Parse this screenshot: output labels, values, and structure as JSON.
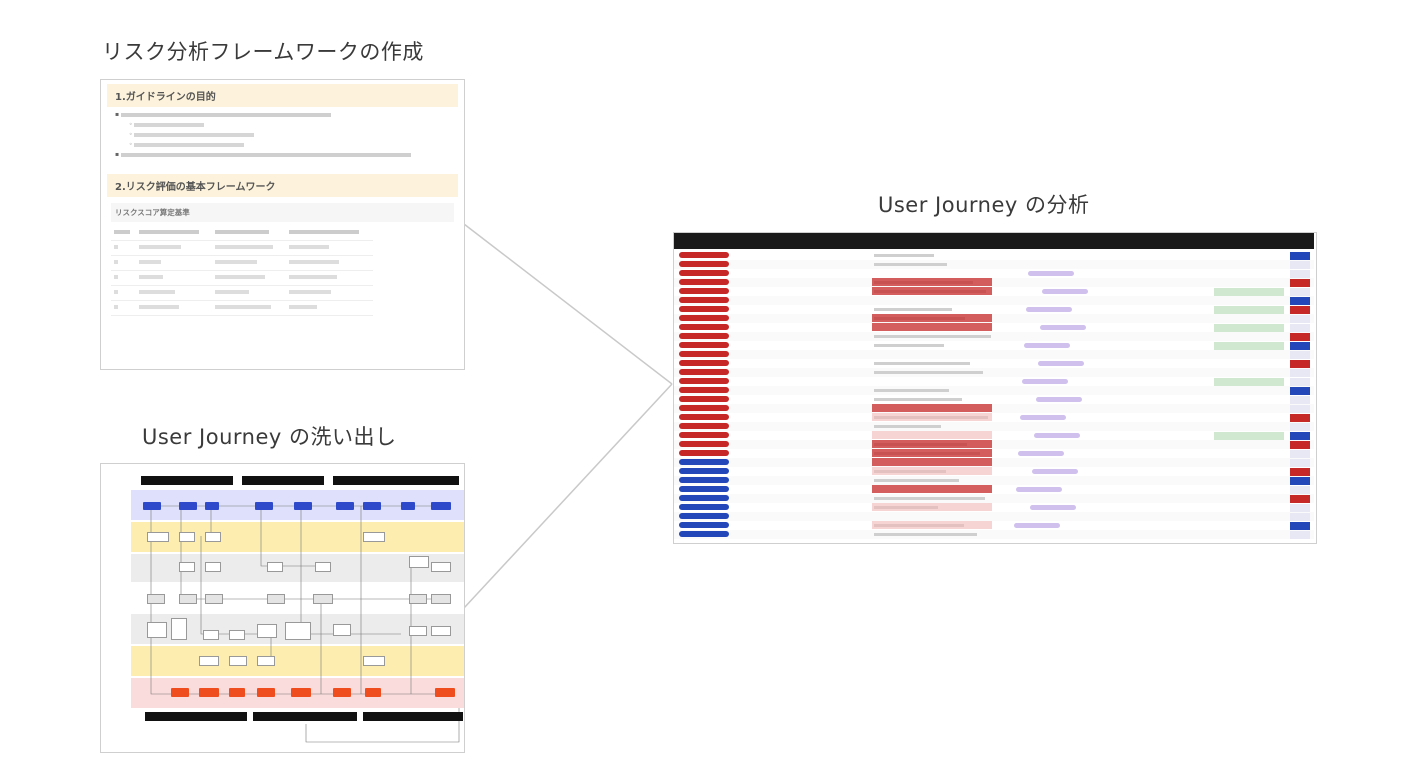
{
  "captions": {
    "risk_framework": "リスク分析フレームワークの作成",
    "journey_mapping": "User Journey の洗い出し",
    "journey_analysis": "User Journey の分析"
  },
  "document": {
    "section1_title": "1.ガイドラインの目的",
    "section2_title": "2.リスク評価の基本フレームワーク",
    "subsection_title": "リスクスコア算定基準"
  },
  "colors": {
    "highlight_yellow": "#fdf3dc",
    "lane_blue": "#dfe0fb",
    "lane_yellow": "#fdeeb0",
    "lane_gray": "#ececec",
    "lane_pink": "#fbdcdc",
    "node_blue": "#2e49c9",
    "node_orange": "#ef4d1e",
    "tag_red": "#c62828",
    "tag_blue": "#2346b8",
    "pill_purple": "#cfc0ee",
    "cell_green": "#cfe8cf",
    "cell_red": "#f2b8b8"
  }
}
